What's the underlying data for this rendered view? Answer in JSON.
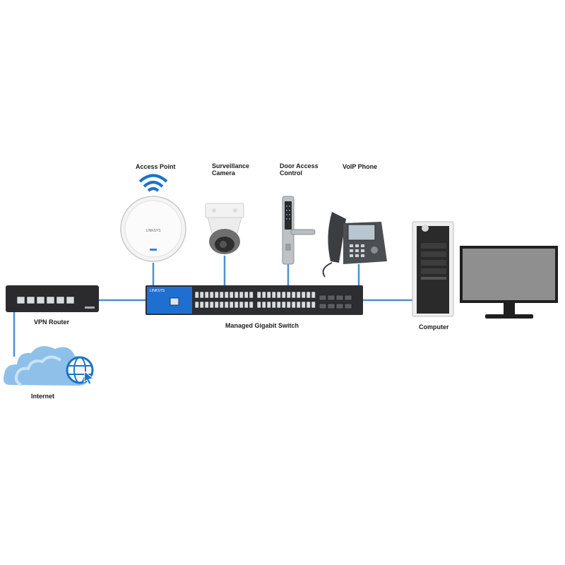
{
  "diagram": {
    "colors": {
      "cable": "#4d8fd6",
      "wifi": "#1a73c7",
      "cloud": "#8ec0ea",
      "cloud_light": "#c9e2f6",
      "switch_body": "#2c2e31",
      "switch_accent": "#1f6fd1",
      "device_dark": "#2b2b2b",
      "device_white": "#f2f2f2"
    },
    "nodes": {
      "access_point": {
        "label": "Access Point",
        "brand": "LINKSYS"
      },
      "camera": {
        "label_line1": "Surveillance",
        "label_line2": "Camera"
      },
      "door_access": {
        "label_line1": "Door Access",
        "label_line2": "Control"
      },
      "voip_phone": {
        "label": "VoIP Phone"
      },
      "switch": {
        "label": "Managed Gigabit Switch",
        "brand": "LINKSYS"
      },
      "router": {
        "label": "VPN Router"
      },
      "computer": {
        "label": "Computer"
      },
      "internet": {
        "label": "Internet"
      }
    }
  }
}
